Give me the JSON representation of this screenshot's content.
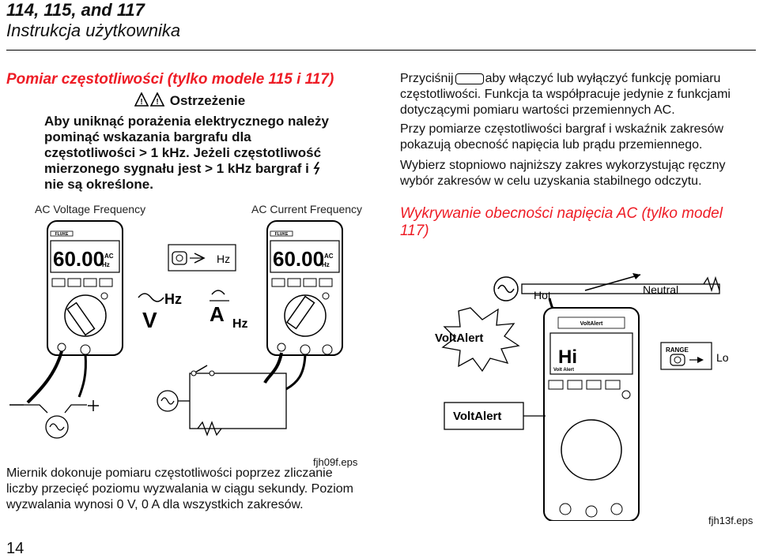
{
  "header": {
    "title": "114, 115, and 117",
    "subtitle": "Instrukcja użytkownika"
  },
  "left": {
    "section_title": "Pomiar częstotliwości (tylko modele 115 i 117)",
    "warning_label": "Ostrzeżenie",
    "warning_lines": [
      "Aby uniknąć porażenia elektrycznego należy",
      "pominąć wskazania bargrafu dla",
      "częstotliwości > 1 kHz. Jeżeli częstotliwość",
      "mierzonego sygnału jest > 1 kHz bargraf i",
      "nie są określone."
    ],
    "caption_voltage": "AC Voltage Frequency",
    "caption_current": "AC Current Frequency",
    "display_reading": "60.00",
    "display_unit_ac": "AC",
    "display_unit_hz": "Hz",
    "brand": "FLUKE",
    "hz_label": "Hz",
    "symbol_v": "V",
    "symbol_a": "A",
    "symbol_hz": "Hz",
    "figure_id": "fjh09f.eps",
    "body_lines": [
      "Miernik dokonuje pomiaru częstotliwości poprzez zliczanie",
      "liczby przecięć poziomu wyzwalania w ciągu sekundy. Poziom",
      "wyzwalania wynosi 0 V, 0 A dla wszystkich zakresów."
    ],
    "page_number": "14"
  },
  "right": {
    "para1_a": "Przyciśnij",
    "para1_b": "aby włączyć lub wyłączyć funkcję pomiaru",
    "para1_lines": [
      "częstotliwości. Funkcja ta współpracuje jedynie z funkcjami",
      "dotyczącymi pomiaru wartości przemiennych AC."
    ],
    "para2_lines": [
      "Przy pomiarze częstotliwości bargraf i wskaźnik zakresów",
      "pokazują obecność napięcia lub prądu przemiennego."
    ],
    "para3_lines": [
      "Wybierz stopniowo najniższy zakres wykorzystując ręczny",
      "wybór zakresów w celu uzyskania stabilnego odczytu."
    ],
    "section_title_lines": [
      "Wykrywanie obecności napięcia AC (tylko model",
      "117)"
    ],
    "hot_label": "Hot",
    "neutral_label": "Neutral",
    "voltalert_label": "VoltAlert",
    "voltalert_small": "VoltAlert",
    "hi_display": "Hi",
    "range_label": "RANGE",
    "lo_label": "Lo",
    "volt_alert_mini": "Volt Alert",
    "figure_id": "fjh13f.eps"
  },
  "colors": {
    "accent": "#ee1c25",
    "ink": "#111111"
  }
}
